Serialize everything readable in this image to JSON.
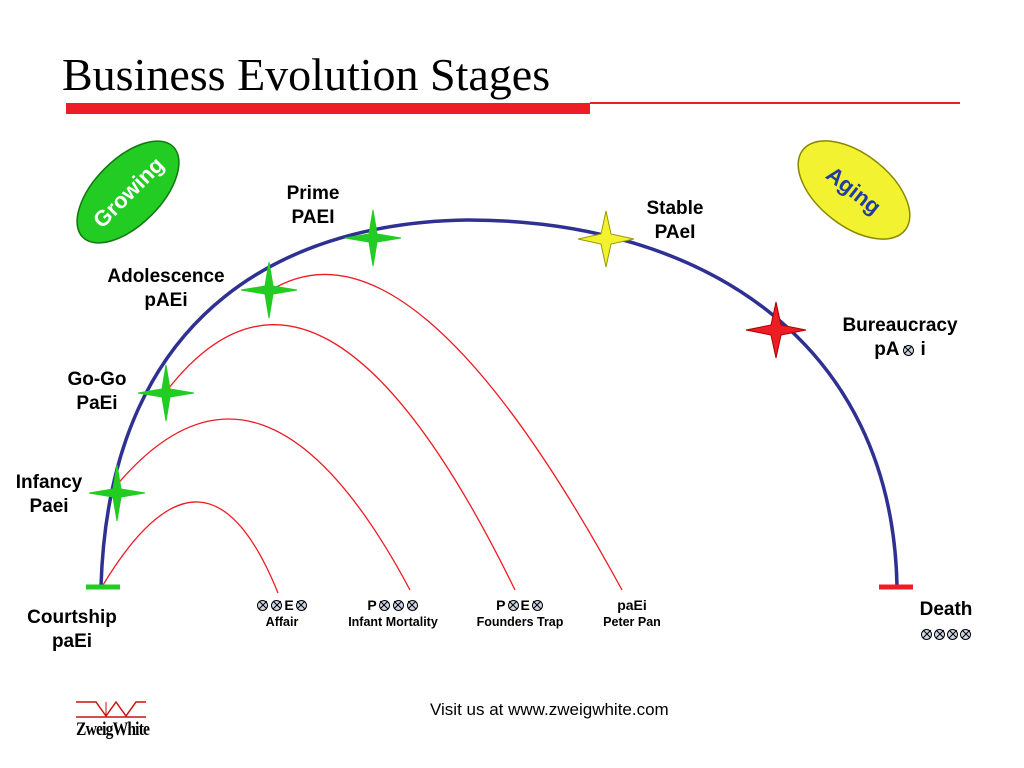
{
  "title": "Business Evolution Stages",
  "badges": {
    "growing": "Growing",
    "aging": "Aging"
  },
  "stages": {
    "courtship": {
      "name": "Courtship",
      "code": "paEi"
    },
    "infancy": {
      "name": "Infancy",
      "code": "Paei"
    },
    "gogo": {
      "name": "Go-Go",
      "code": "PaEi"
    },
    "adolescence": {
      "name": "Adolescence",
      "code": "pAEi"
    },
    "prime": {
      "name": "Prime",
      "code": "PAEI"
    },
    "stable": {
      "name": "Stable",
      "code": "PAeI"
    },
    "bureaucracy": {
      "name": "Bureaucracy",
      "code_prefix": "pA",
      "code_suffix": "i"
    },
    "death": {
      "name": "Death"
    }
  },
  "traps": {
    "affair": {
      "name": "Affair",
      "letter": "E"
    },
    "infant_mortality": {
      "name": "Infant Mortality",
      "letter": "P"
    },
    "founders_trap": {
      "name": "Founders Trap",
      "letter_p": "P",
      "letter_e": "E"
    },
    "peter_pan": {
      "name": "Peter Pan",
      "code": "paEi"
    }
  },
  "footer": "Visit us at www.zweigwhite.com",
  "logo_text": "ZweigWhite",
  "colors": {
    "title_rule": "#ee1c24",
    "main_arc": "#2e3192",
    "trap_curves": "#ee1c24",
    "growing_badge": "#22cc22",
    "aging_badge": "#f2f230",
    "star_growth": "#22cc22",
    "star_stable": "#f2f230",
    "star_bureaucracy": "#ee1c24"
  },
  "icons": {
    "crossed_circle": "crossed-circle-icon",
    "star": "four-point-star-icon"
  }
}
